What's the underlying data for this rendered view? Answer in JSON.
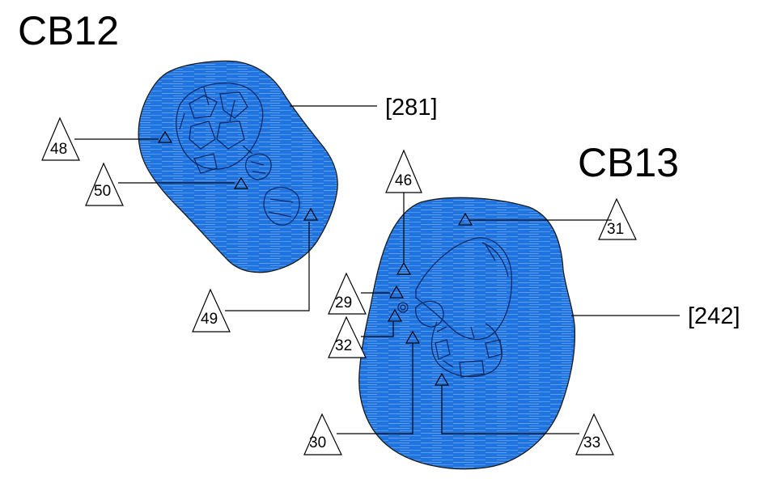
{
  "groups": [
    {
      "id": "cb12",
      "label": "CB12",
      "ref": "[281]"
    },
    {
      "id": "cb13",
      "label": "CB13",
      "ref": "[242]"
    }
  ],
  "markers": {
    "m48": "48",
    "m50": "50",
    "m49": "49",
    "m46": "46",
    "m31": "31",
    "m29": "29",
    "m32": "32",
    "m30": "30",
    "m33": "33"
  },
  "colors": {
    "fill": "#1f74e0",
    "hatch": "#9fc4f5",
    "sketch": "#0b2a66"
  }
}
